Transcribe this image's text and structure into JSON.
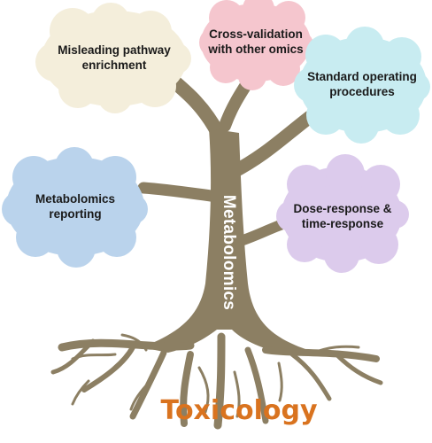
{
  "clouds": {
    "pathway": {
      "text": "Misleading pathway\nenrichment",
      "color": "#f4eedb"
    },
    "crossval": {
      "text": "Cross-validation\nwith other omics",
      "color": "#f5c6ce"
    },
    "sop": {
      "text": "Standard operating\nprocedures",
      "color": "#c8ecf1"
    },
    "reporting": {
      "text": "Metabolomics\nreporting",
      "color": "#bad3ec"
    },
    "dose": {
      "text": "Dose-response &\ntime-response",
      "color": "#dccbec"
    }
  },
  "tree": {
    "trunk_label": "Metabolomics",
    "root_label": "Toxicology",
    "trunk_color": "#8c7f63",
    "root_label_color": "#d9731f"
  }
}
